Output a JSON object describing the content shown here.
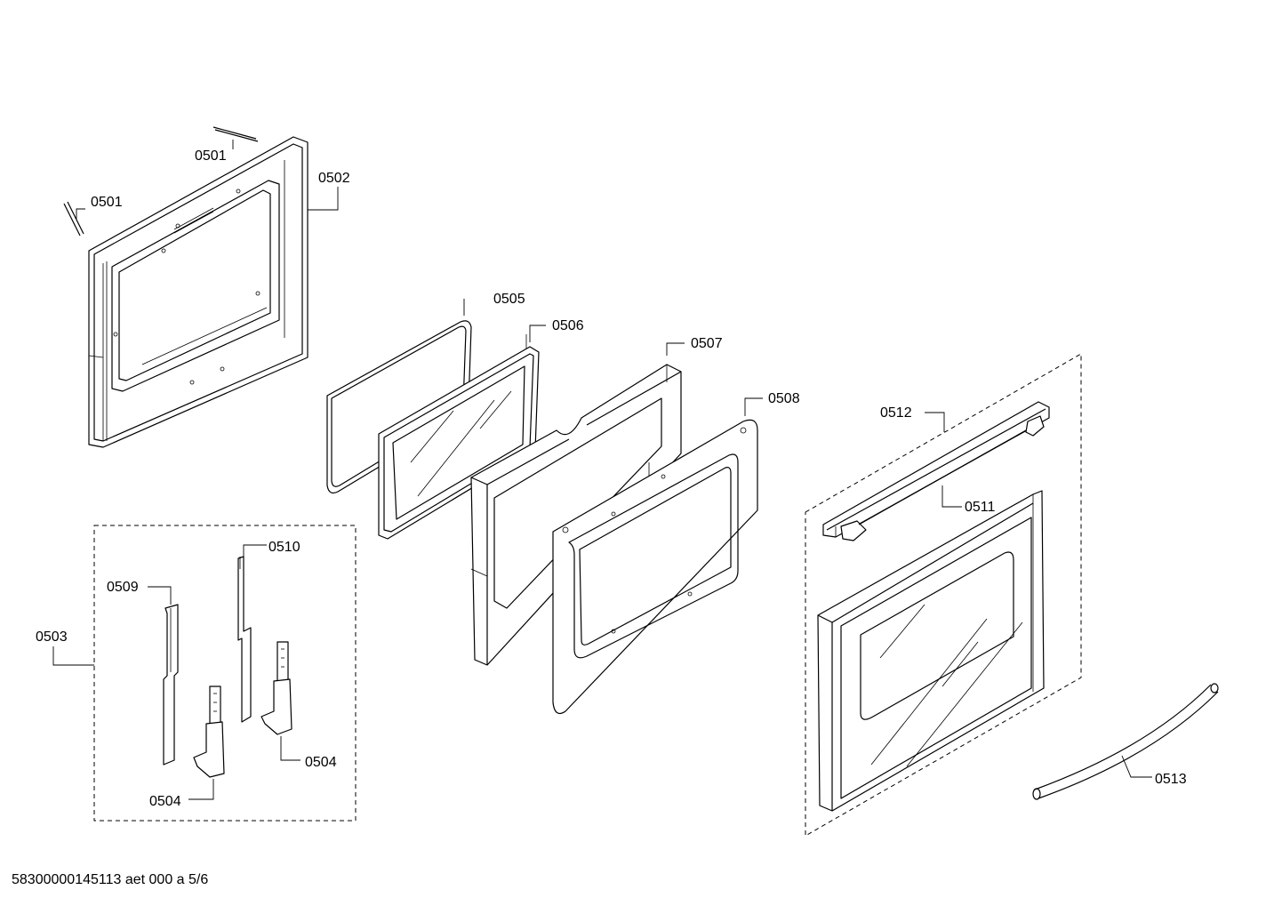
{
  "labels": {
    "p0501a": "0501",
    "p0501b": "0501",
    "p0502": "0502",
    "p0503": "0503",
    "p0504a": "0504",
    "p0504b": "0504",
    "p0505": "0505",
    "p0506": "0506",
    "p0507": "0507",
    "p0508": "0508",
    "p0509": "0509",
    "p0510": "0510",
    "p0511": "0511",
    "p0512": "0512",
    "p0513": "0513"
  },
  "footer": "58300000145113 aet 000 a 5/6"
}
